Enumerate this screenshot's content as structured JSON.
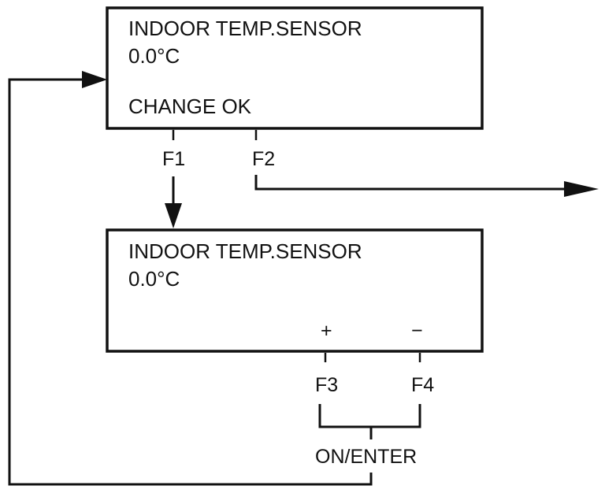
{
  "colors": {
    "ink": "#111111",
    "background": "#ffffff"
  },
  "screen_top": {
    "line1": "INDOOR TEMP.SENSOR",
    "line2": "0.0°C",
    "line3": "CHANGE OK"
  },
  "screen_bottom": {
    "line1": "INDOOR TEMP.SENSOR",
    "line2": "0.0°C",
    "plus": "+",
    "minus": "−"
  },
  "keys": {
    "f1": "F1",
    "f2": "F2",
    "f3": "F3",
    "f4": "F4",
    "enter": "ON/ENTER"
  }
}
